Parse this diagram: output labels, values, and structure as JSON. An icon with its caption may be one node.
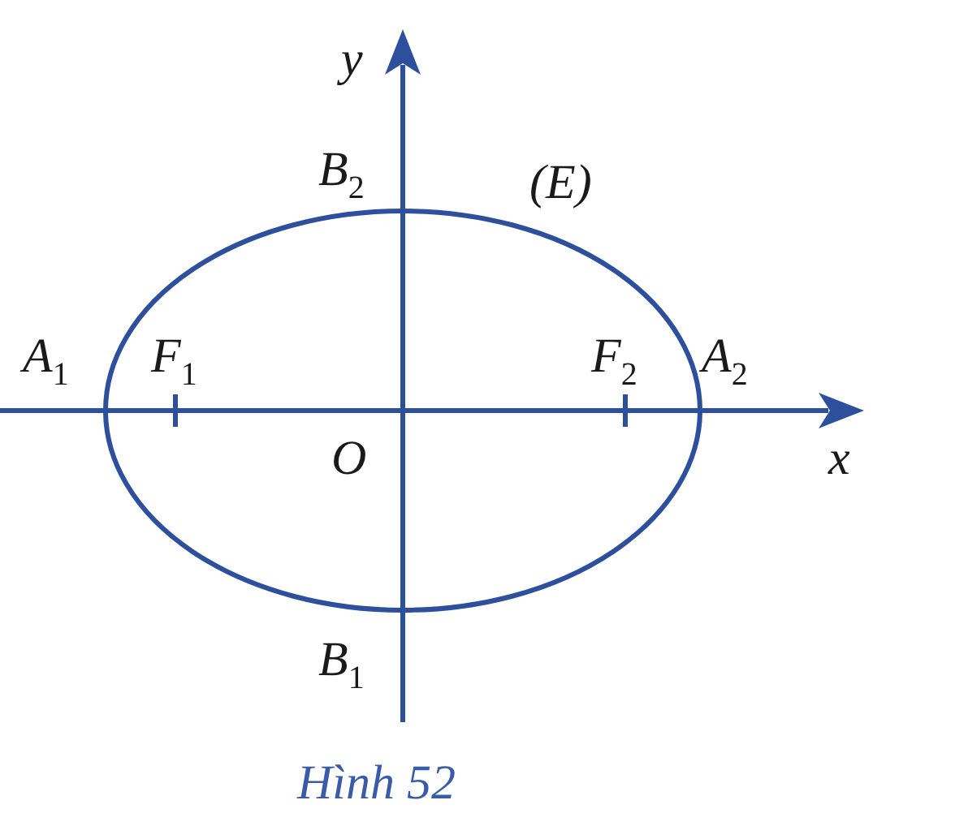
{
  "diagram": {
    "caption": "Hình 52",
    "labels": [
      "y",
      "B$_{2}$",
      "(E)",
      "A$_{1}$",
      "F$_{1}$",
      "F$_{2}$",
      "A$_{2}$",
      "x",
      "O",
      "B$_{1}$"
    ]
  }
}
